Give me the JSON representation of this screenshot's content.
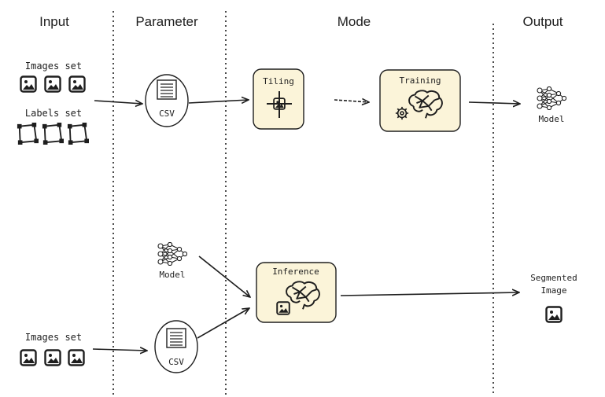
{
  "columns": {
    "input": "Input",
    "parameter": "Parameter",
    "mode": "Mode",
    "output": "Output"
  },
  "training_flow": {
    "images_label": "Images set",
    "labels_label": "Labels set",
    "csv_label": "CSV",
    "tiling_label": "Tiling",
    "training_label": "Training",
    "model_label": "Model"
  },
  "inference_flow": {
    "model_label": "Model",
    "images_label": "Images set",
    "csv_label": "CSV",
    "inference_label": "Inference",
    "output_line1": "Segmented",
    "output_line2": "Image"
  },
  "icons": {
    "image": "image-icon",
    "label": "label-polygon-icon",
    "csv": "csv-file-icon",
    "tiling": "tiling-crosshair-icon",
    "brain": "neural-brain-icon",
    "gear": "gear-icon",
    "network": "neural-network-icon"
  },
  "colors": {
    "mode_box_fill": "#fbf4d9",
    "stroke": "#1e1e1e"
  }
}
